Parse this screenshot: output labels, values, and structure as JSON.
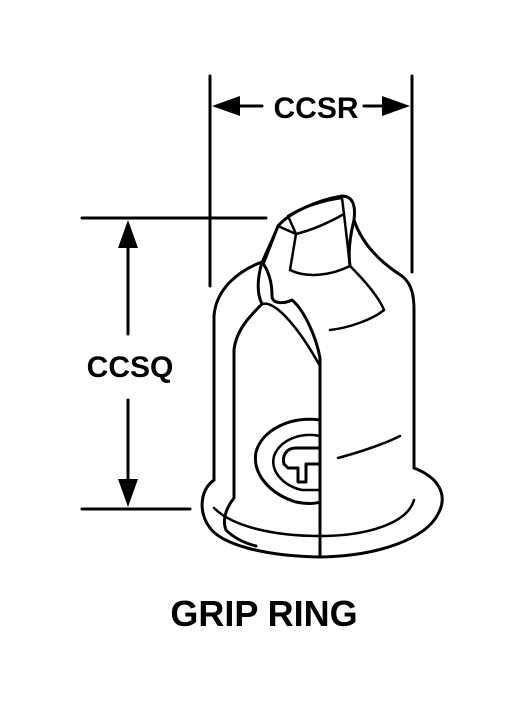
{
  "diagram": {
    "title": "GRIP RING",
    "dimensions": {
      "width_label": "CCSR",
      "height_label": "CCSQ"
    }
  },
  "colors": {
    "ink": "#000000",
    "background": "#ffffff"
  }
}
